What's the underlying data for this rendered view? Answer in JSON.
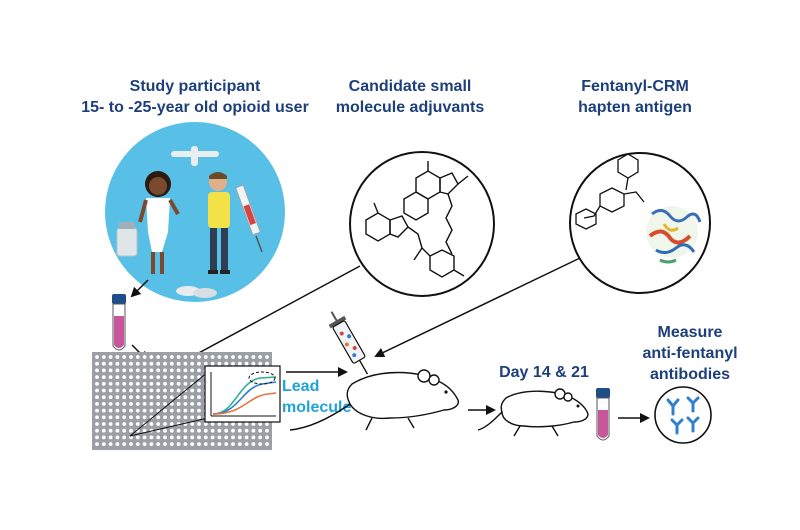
{
  "participant": {
    "title": "Study participant",
    "subtitle": "15- to -25-year old opioid user"
  },
  "adjuvants": {
    "line1": "Candidate small",
    "line2": "molecule adjuvants"
  },
  "antigen": {
    "line1": "Fentanyl-CRM",
    "line2": "hapten antigen"
  },
  "lead": {
    "line1": "Lead",
    "line2": "molecule"
  },
  "timepoint": {
    "label": "Day 14 & 21"
  },
  "measure": {
    "line1": "Measure",
    "line2": "anti-fentanyl",
    "line3": "antibodies"
  },
  "colors": {
    "title_text": "#1d3f7a",
    "accent_cyan": "#1fa3d8",
    "participant_circle": "#58bfe6",
    "tube_cap": "#1d4e8a",
    "tube_fluid": "#c8569b",
    "plate": "#9aa0a6"
  },
  "icons": [
    "participant-circle-illustration",
    "adjuvant-molecule-icon",
    "fentanyl-crm-icon",
    "blood-tube-icon",
    "well-plate-icon",
    "dose-response-chart-icon",
    "syringe-icon",
    "mouse-icon",
    "antibody-icon",
    "arrow-icon"
  ]
}
